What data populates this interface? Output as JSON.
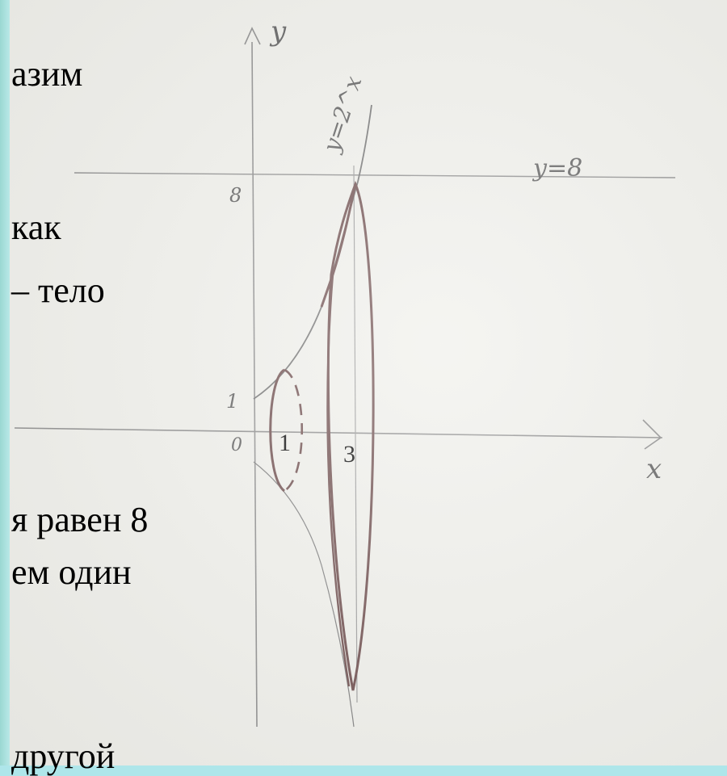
{
  "slide_text_fragments": [
    "азим",
    "как",
    "– тело",
    "я равен 8",
    "ем один",
    "другой"
  ],
  "diagram": {
    "axis_x_label": "x",
    "axis_y_label": "y",
    "curve_label": "y=2^x",
    "line_label": "y=8",
    "origin_label": "0",
    "y_tick_1": "1",
    "y_tick_8": "8",
    "x_tick_1": "1",
    "x_tick_3": "3"
  },
  "colors": {
    "slide_background": "#aee6ea",
    "paper": "#efefea",
    "pencil": "#6e6e6e",
    "bold_pencil": "#6b4a4a"
  }
}
